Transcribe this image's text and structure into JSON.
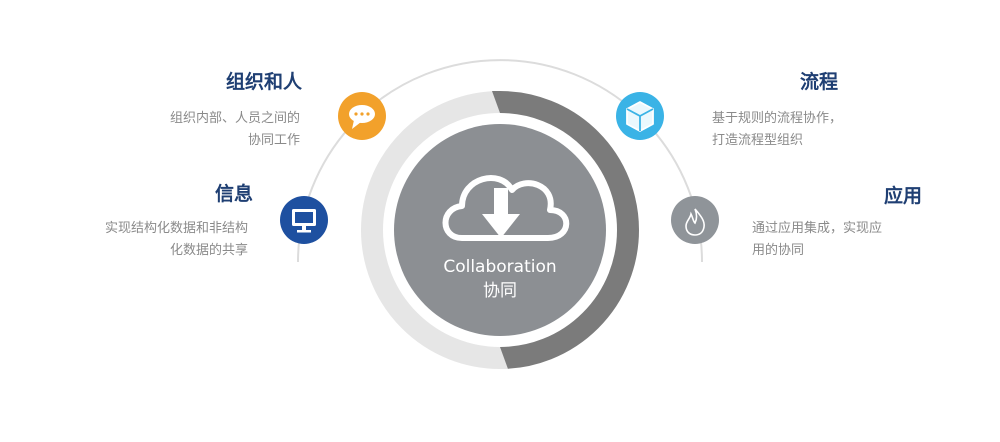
{
  "center": {
    "label_en": "Collaboration",
    "label_cn": "协同"
  },
  "items": [
    {
      "title": "组织和人",
      "desc_line1": "组织内部、人员之间的",
      "desc_line2": "协同工作",
      "icon": "speech-bubble-icon",
      "color": "#f2a12b"
    },
    {
      "title": "信息",
      "desc_line1": "实现结构化数据和非结构",
      "desc_line2": "化数据的共享",
      "icon": "monitor-icon",
      "color": "#1e50a0"
    },
    {
      "title": "流程",
      "desc_line1": "基于规则的流程协作，",
      "desc_line2": "打造流程型组织",
      "icon": "cube-icon",
      "color": "#3ab3e6"
    },
    {
      "title": "应用",
      "desc_line1": "通过应用集成，实现应",
      "desc_line2": "用的协同",
      "icon": "flame-icon",
      "color": "#8f9499"
    }
  ],
  "colors": {
    "center": "#8c8f93",
    "ring_light": "#e6e6e6",
    "ring_dark": "#7b7b7b",
    "arc": "#d9d9d9"
  }
}
